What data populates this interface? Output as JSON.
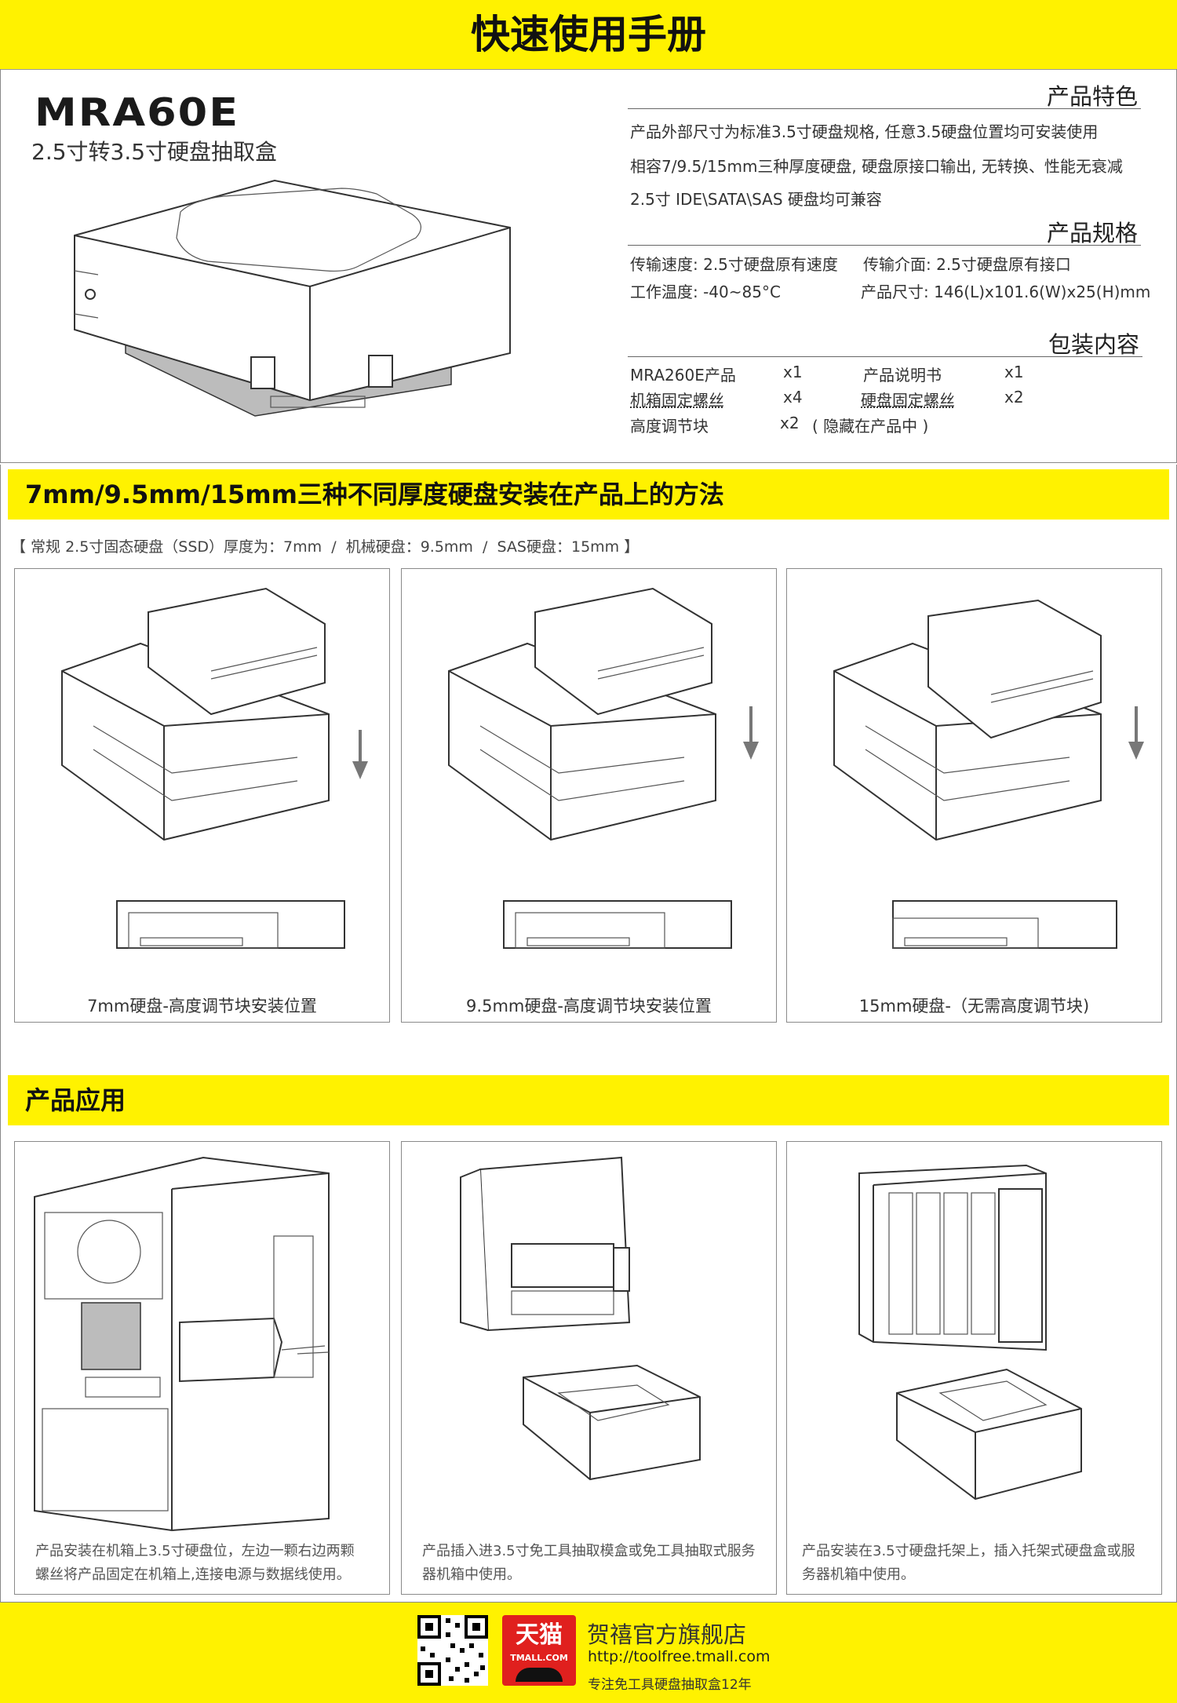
{
  "header": {
    "title": "快速使用手册"
  },
  "product": {
    "logo_text": "MRA60E",
    "subtitle": "2.5寸转3.5寸硬盘抽取盒"
  },
  "features": {
    "title": "产品特色",
    "lines": [
      "产品外部尺寸为标准3.5寸硬盘规格, 任意3.5硬盘位置均可安装使用",
      "相容7/9.5/15mm三种厚度硬盘, 硬盘原接口输出, 无转换、性能无衰减",
      "2.5寸 IDE\\SATA\\SAS 硬盘均可兼容"
    ]
  },
  "specs": {
    "title": "产品规格",
    "row1_left": "传输速度: 2.5寸硬盘原有速度",
    "row1_right": "传输介面: 2.5寸硬盘原有接口",
    "row2_left": "工作温度: -40~85°C",
    "row2_right": "产品尺寸: 146(L)x101.6(W)x25(H)mm"
  },
  "package": {
    "title": "包装内容",
    "items": [
      {
        "name": "MRA260E产品",
        "qty": "x1"
      },
      {
        "name": "产品说明书",
        "qty": "x1"
      },
      {
        "name": "机箱固定螺丝",
        "qty": "x4"
      },
      {
        "name": "硬盘固定螺丝",
        "qty": "x2"
      },
      {
        "name": "高度调节块",
        "qty": "x2"
      }
    ],
    "note": "( 隐藏在产品中 )"
  },
  "install": {
    "band_title": "7mm/9.5mm/15mm三种不同厚度硬盘安装在产品上的方法",
    "subnote": "【 常规 2.5寸固态硬盘（SSD）厚度为：7mm  /  机械硬盘：9.5mm  /  SAS硬盘：15mm 】",
    "captions": [
      "7mm硬盘-高度调节块安装位置",
      "9.5mm硬盘-高度调节块安装位置",
      "15mm硬盘-（无需高度调节块)"
    ]
  },
  "application": {
    "band_title": "产品应用",
    "descriptions": [
      {
        "line1": "产品安装在机箱上3.5寸硬盘位，左边一颗右边两颗",
        "line2": "螺丝将产品固定在机箱上,连接电源与数据线使用。"
      },
      {
        "line1": "产品插入进3.5寸免工具抽取模盒或免工具抽取式服务",
        "line2": "器机箱中使用。"
      },
      {
        "line1": "产品安装在3.5寸硬盘托架上，插入托架式硬盘盒或服",
        "line2": "务器机箱中使用。"
      }
    ]
  },
  "footer": {
    "store_name": "贺禧官方旗舰店",
    "url": "http://toolfree.tmall.com",
    "slogan": "专注免工具硬盘抽取盒12年",
    "tmall_text": "天猫",
    "tmall_sub": "TMALL.COM"
  },
  "colors": {
    "accent_yellow": "#fff200",
    "tmall_red": "#e0201e"
  }
}
